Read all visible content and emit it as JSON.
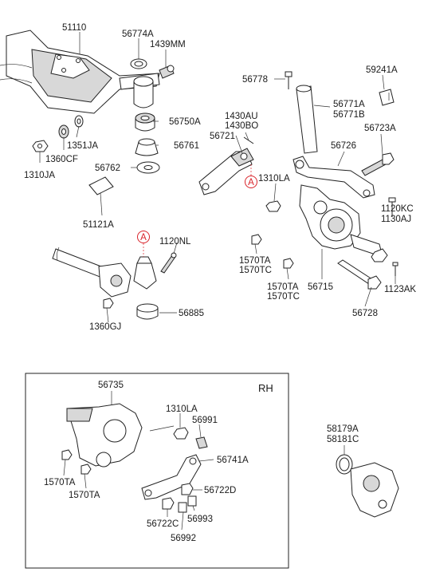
{
  "callouts": [
    {
      "id": "51110",
      "text": "51110"
    },
    {
      "id": "56774A",
      "text": "56774A"
    },
    {
      "id": "1439MM",
      "text": "1439MM"
    },
    {
      "id": "56778",
      "text": "56778"
    },
    {
      "id": "59241A",
      "text": "59241A"
    },
    {
      "id": "56771A",
      "text": "56771A"
    },
    {
      "id": "56771B",
      "text": "56771B"
    },
    {
      "id": "1430AU",
      "text": "1430AU"
    },
    {
      "id": "1430BO",
      "text": "1430BO"
    },
    {
      "id": "56750A",
      "text": "56750A"
    },
    {
      "id": "56721",
      "text": "56721"
    },
    {
      "id": "56723A",
      "text": "56723A"
    },
    {
      "id": "1351JA",
      "text": "1351JA"
    },
    {
      "id": "1360CF",
      "text": "1360CF"
    },
    {
      "id": "56761",
      "text": "56761"
    },
    {
      "id": "56726",
      "text": "56726"
    },
    {
      "id": "1310JA",
      "text": "1310JA"
    },
    {
      "id": "56762",
      "text": "56762"
    },
    {
      "id": "1310LA-top",
      "text": "1310LA"
    },
    {
      "id": "51121A",
      "text": "51121A"
    },
    {
      "id": "1120KC",
      "text": "1120KC"
    },
    {
      "id": "1130AJ",
      "text": "1130AJ"
    },
    {
      "id": "1120NL",
      "text": "1120NL"
    },
    {
      "id": "1570TA-top",
      "text": "1570TA"
    },
    {
      "id": "1570TC-top",
      "text": "1570TC"
    },
    {
      "id": "1570TA-mid",
      "text": "1570TA"
    },
    {
      "id": "1570TC-mid",
      "text": "1570TC"
    },
    {
      "id": "56715",
      "text": "56715"
    },
    {
      "id": "1123AK",
      "text": "1123AK"
    },
    {
      "id": "56885",
      "text": "56885"
    },
    {
      "id": "1360GJ",
      "text": "1360GJ"
    },
    {
      "id": "56728",
      "text": "56728"
    },
    {
      "id": "56735",
      "text": "56735"
    },
    {
      "id": "1310LA-rh",
      "text": "1310LA"
    },
    {
      "id": "56991",
      "text": "56991"
    },
    {
      "id": "56741A",
      "text": "56741A"
    },
    {
      "id": "1570TA-rh1",
      "text": "1570TA"
    },
    {
      "id": "1570TA-rh2",
      "text": "1570TA"
    },
    {
      "id": "56722D",
      "text": "56722D"
    },
    {
      "id": "56993",
      "text": "56993"
    },
    {
      "id": "56722C",
      "text": "56722C"
    },
    {
      "id": "56992",
      "text": "56992"
    },
    {
      "id": "58179A",
      "text": "58179A"
    },
    {
      "id": "58181C",
      "text": "58181C"
    }
  ],
  "markers": {
    "ref_a_upper": "A",
    "ref_a_lower": "A"
  },
  "rh_box": {
    "label": "RH"
  },
  "colors": {
    "ink": "#1a1a1a",
    "marker": "#d9232a",
    "shading": "#d8d8d8"
  }
}
